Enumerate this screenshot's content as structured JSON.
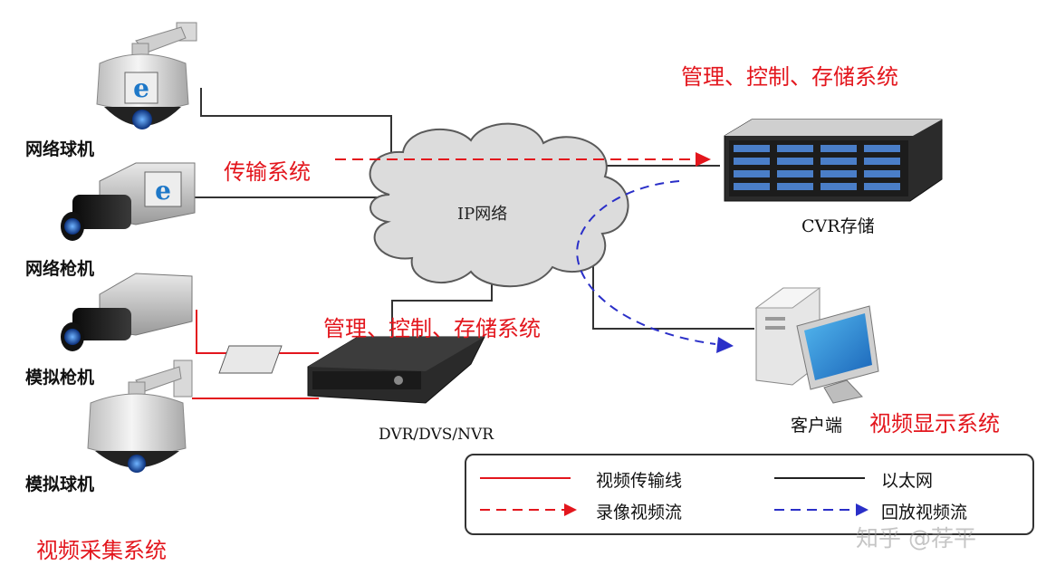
{
  "colors": {
    "red": "#e3161d",
    "ethernet": "#333333",
    "blue_dash": "#2a2fc8",
    "cloud_fill": "#dedede"
  },
  "devices": {
    "network_dome": "网络球机",
    "network_bullet": "网络枪机",
    "analog_bullet": "模拟枪机",
    "analog_dome": "模拟球机",
    "cvr": "CVR存储",
    "client": "客户端",
    "dvr": "DVR/DVS/NVR"
  },
  "cloud_label": "IP网络",
  "systems": {
    "transmission": "传输系统",
    "mgmt_top": "管理、控制、存储系统",
    "mgmt_mid": "管理、控制、存储系统",
    "display": "视频显示系统",
    "capture": "视频采集系统"
  },
  "legend": {
    "video_line": "视频传输线",
    "ethernet": "以太网",
    "record_stream": "录像视频流",
    "playback_stream": "回放视频流"
  },
  "watermark": "知乎 @荐平"
}
